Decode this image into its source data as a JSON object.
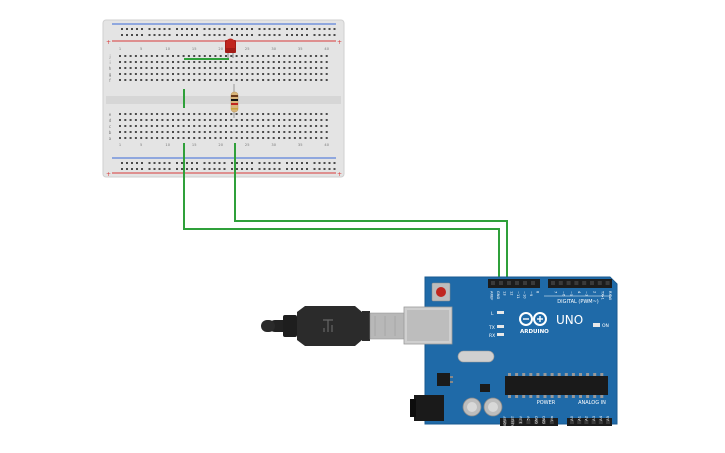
{
  "breadboard": {
    "top_letters": [
      "j",
      "i",
      "h",
      "g",
      "f"
    ],
    "bottom_letters": [
      "e",
      "d",
      "c",
      "b",
      "a"
    ],
    "column_numbers": [
      "1",
      "",
      "",
      "",
      "5",
      "",
      "",
      "",
      "",
      "10",
      "",
      "",
      "",
      "",
      "15",
      "",
      "",
      "",
      "",
      "20",
      "",
      "",
      "",
      "",
      "25",
      "",
      "",
      "",
      "",
      "30",
      "",
      "",
      "",
      "",
      "35",
      "",
      "",
      "",
      "",
      "40"
    ],
    "rail_plus": "+",
    "rail_minus": "-"
  },
  "arduino": {
    "brand": "ARDUINO",
    "model": "UNO",
    "digital_label": "DIGITAL (PWM~)",
    "power_label": "POWER",
    "analog_label": "ANALOG IN",
    "on_label": "ON",
    "led_l": "L",
    "led_tx": "TX",
    "led_rx": "RX",
    "top_pins": [
      "AREF",
      "GND",
      "13",
      "12",
      "~11",
      "~10",
      "~9",
      "8",
      "7",
      "~6",
      "~5",
      "4",
      "~3",
      "2",
      "TX▸1",
      "RX◂0"
    ],
    "power_pins": [
      "IOREF",
      "RESET",
      "3.3V",
      "5V",
      "GND",
      "GND",
      "Vin"
    ],
    "analog_pins": [
      "A0",
      "A1",
      "A2",
      "A3",
      "A4",
      "A5"
    ]
  },
  "colors": {
    "wire": "#2fa03a",
    "board": "#1f6aa8",
    "led": "#c0261f",
    "breadboard": "#e4e4e4"
  }
}
